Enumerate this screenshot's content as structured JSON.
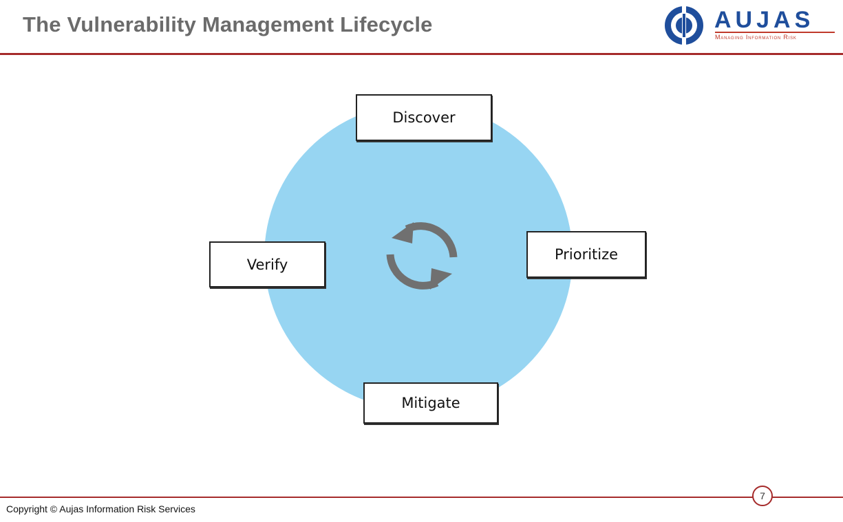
{
  "slide": {
    "title": "The Vulnerability Management Lifecycle"
  },
  "logo": {
    "name": "AUJAS",
    "tagline": "Managing Information Risk"
  },
  "diagram": {
    "stages": [
      {
        "label": "Discover"
      },
      {
        "label": "Prioritize"
      },
      {
        "label": "Mitigate"
      },
      {
        "label": "Verify"
      }
    ],
    "center_icon": "refresh-cycle-icon",
    "colors": {
      "circle": "#97d5f2",
      "arrows": "#707070",
      "box_border": "#222222"
    }
  },
  "footer": {
    "copyright": "Copyright © Aujas Information Risk Services",
    "page_number": "7"
  },
  "colors": {
    "title": "#6b6b6b",
    "rule": "#a52a2a",
    "logo_blue": "#1f4e9c",
    "logo_red": "#c0392b"
  }
}
